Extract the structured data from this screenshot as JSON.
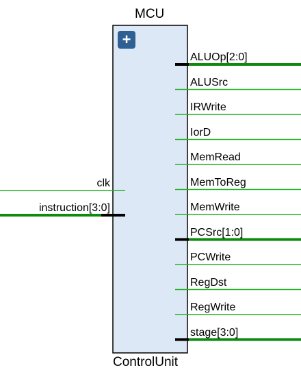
{
  "block": {
    "instance_name": "MCU",
    "module_name": "ControlUnit",
    "expand_icon": "plus-icon",
    "expand_symbol": "+"
  },
  "inputs": [
    {
      "label": "clk",
      "bus": false
    },
    {
      "label": "instruction[3:0]",
      "bus": true
    }
  ],
  "outputs": [
    {
      "label": "ALUOp[2:0]",
      "bus": true
    },
    {
      "label": "ALUSrc",
      "bus": false
    },
    {
      "label": "IRWrite",
      "bus": false
    },
    {
      "label": "IorD",
      "bus": false
    },
    {
      "label": "MemRead",
      "bus": false
    },
    {
      "label": "MemToReg",
      "bus": false
    },
    {
      "label": "MemWrite",
      "bus": false
    },
    {
      "label": "PCSrc[1:0]",
      "bus": true
    },
    {
      "label": "PCWrite",
      "bus": false
    },
    {
      "label": "RegDst",
      "bus": false
    },
    {
      "label": "RegWrite",
      "bus": false
    },
    {
      "label": "stage[3:0]",
      "bus": true
    }
  ],
  "colors": {
    "block_fill": "#dde8f6",
    "block_border": "#000000",
    "wire": "#22b222",
    "bus_wire": "#0e8a0e",
    "pin_bus": "#000000",
    "expand_bg": "#2f5f93"
  }
}
